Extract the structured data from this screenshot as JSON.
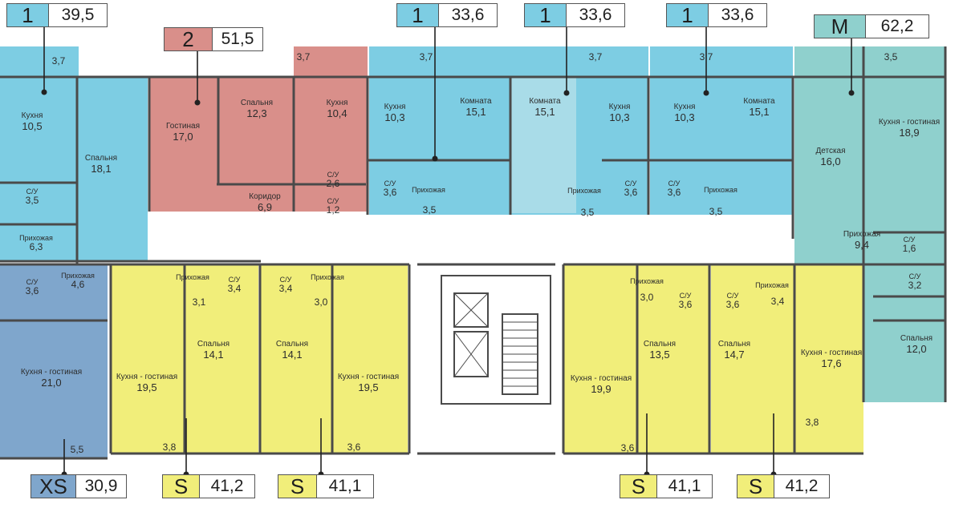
{
  "colors": {
    "one_room": "#7dcde3",
    "one_room_light": "#a9dce8",
    "two_room": "#d98f8a",
    "family": "#8fd0cd",
    "studio_xs": "#7fa6cc",
    "studio_s": "#f1ee7a",
    "wall": "#4a4a4a",
    "corridor": "#ffffff"
  },
  "apartments": [
    {
      "id": "a1",
      "class": "1",
      "area": "39,5",
      "color": "#7dcde3"
    },
    {
      "id": "a2",
      "class": "2",
      "area": "51,5",
      "color": "#d98f8a"
    },
    {
      "id": "a3",
      "class": "1",
      "area": "33,6",
      "color": "#7dcde3"
    },
    {
      "id": "a4",
      "class": "1",
      "area": "33,6",
      "color": "#7dcde3"
    },
    {
      "id": "a5",
      "class": "1",
      "area": "33,6",
      "color": "#7dcde3"
    },
    {
      "id": "a6",
      "class": "M",
      "area": "62,2",
      "color": "#8fd0cd"
    },
    {
      "id": "a7",
      "class": "XS",
      "area": "30,9",
      "color": "#7fa6cc"
    },
    {
      "id": "a8",
      "class": "S",
      "area": "41,2",
      "color": "#f1ee7a"
    },
    {
      "id": "a9",
      "class": "S",
      "area": "41,1",
      "color": "#f1ee7a"
    },
    {
      "id": "a10",
      "class": "S",
      "area": "41,1",
      "color": "#f1ee7a"
    },
    {
      "id": "a11",
      "class": "S",
      "area": "41,2",
      "color": "#f1ee7a"
    }
  ],
  "rooms": [
    {
      "name": "",
      "area": "3,7"
    },
    {
      "name": "Кухня",
      "area": "10,5"
    },
    {
      "name": "Спальня",
      "area": "18,1"
    },
    {
      "name": "С/У",
      "area": "3,5"
    },
    {
      "name": "Прихожая",
      "area": "6,3"
    },
    {
      "name": "Гостиная",
      "area": "17,0"
    },
    {
      "name": "Спальня",
      "area": "12,3"
    },
    {
      "name": "",
      "area": "3,7"
    },
    {
      "name": "Кухня",
      "area": "10,4"
    },
    {
      "name": "Коридор",
      "area": "6,9"
    },
    {
      "name": "С/У",
      "area": "2,6"
    },
    {
      "name": "С/У",
      "area": "1,2"
    },
    {
      "name": "",
      "area": "3,7"
    },
    {
      "name": "Кухня",
      "area": "10,3"
    },
    {
      "name": "Комната",
      "area": "15,1"
    },
    {
      "name": "С/У",
      "area": "3,6"
    },
    {
      "name": "Прихожая",
      "area": ""
    },
    {
      "name": "",
      "area": "3,5"
    },
    {
      "name": "",
      "area": "3,7"
    },
    {
      "name": "Комната",
      "area": "15,1"
    },
    {
      "name": "Кухня",
      "area": "10,3"
    },
    {
      "name": "Прихожая",
      "area": ""
    },
    {
      "name": "С/У",
      "area": "3,6"
    },
    {
      "name": "",
      "area": "3,5"
    },
    {
      "name": "",
      "area": "3,7"
    },
    {
      "name": "Кухня",
      "area": "10,3"
    },
    {
      "name": "Комната",
      "area": "15,1"
    },
    {
      "name": "С/У",
      "area": "3,6"
    },
    {
      "name": "Прихожая",
      "area": ""
    },
    {
      "name": "",
      "area": "3,5"
    },
    {
      "name": "",
      "area": "3,5"
    },
    {
      "name": "Детская",
      "area": "16,0"
    },
    {
      "name": "Кухня - гостиная",
      "area": "18,9"
    },
    {
      "name": "Прихожая",
      "area": "9,4"
    },
    {
      "name": "С/У",
      "area": "1,6"
    },
    {
      "name": "С/У",
      "area": "3,2"
    },
    {
      "name": "Спальня",
      "area": "12,0"
    },
    {
      "name": "С/У",
      "area": "3,6"
    },
    {
      "name": "Прихожая",
      "area": "4,6"
    },
    {
      "name": "Кухня - гостиная",
      "area": "21,0"
    },
    {
      "name": "",
      "area": "5,5"
    },
    {
      "name": "Прихожая",
      "area": ""
    },
    {
      "name": "С/У",
      "area": "3,4"
    },
    {
      "name": "",
      "area": "3,1"
    },
    {
      "name": "Кухня - гостиная",
      "area": "19,5"
    },
    {
      "name": "Спальня",
      "area": "14,1"
    },
    {
      "name": "",
      "area": "3,8"
    },
    {
      "name": "С/У",
      "area": "3,4"
    },
    {
      "name": "Прихожая",
      "area": ""
    },
    {
      "name": "",
      "area": "3,0"
    },
    {
      "name": "Спальня",
      "area": "14,1"
    },
    {
      "name": "Кухня - гостиная",
      "area": "19,5"
    },
    {
      "name": "",
      "area": "3,6"
    },
    {
      "name": "Прихожая",
      "area": ""
    },
    {
      "name": "",
      "area": "3,0"
    },
    {
      "name": "С/У",
      "area": "3,6"
    },
    {
      "name": "Кухня - гостиная",
      "area": "19,9"
    },
    {
      "name": "Спальня",
      "area": "13,5"
    },
    {
      "name": "",
      "area": "3,6"
    },
    {
      "name": "С/У",
      "area": "3,6"
    },
    {
      "name": "Прихожая",
      "area": ""
    },
    {
      "name": "",
      "area": "3,4"
    },
    {
      "name": "Спальня",
      "area": "14,7"
    },
    {
      "name": "Кухня - гостиная",
      "area": "17,6"
    },
    {
      "name": "",
      "area": "3,8"
    }
  ]
}
